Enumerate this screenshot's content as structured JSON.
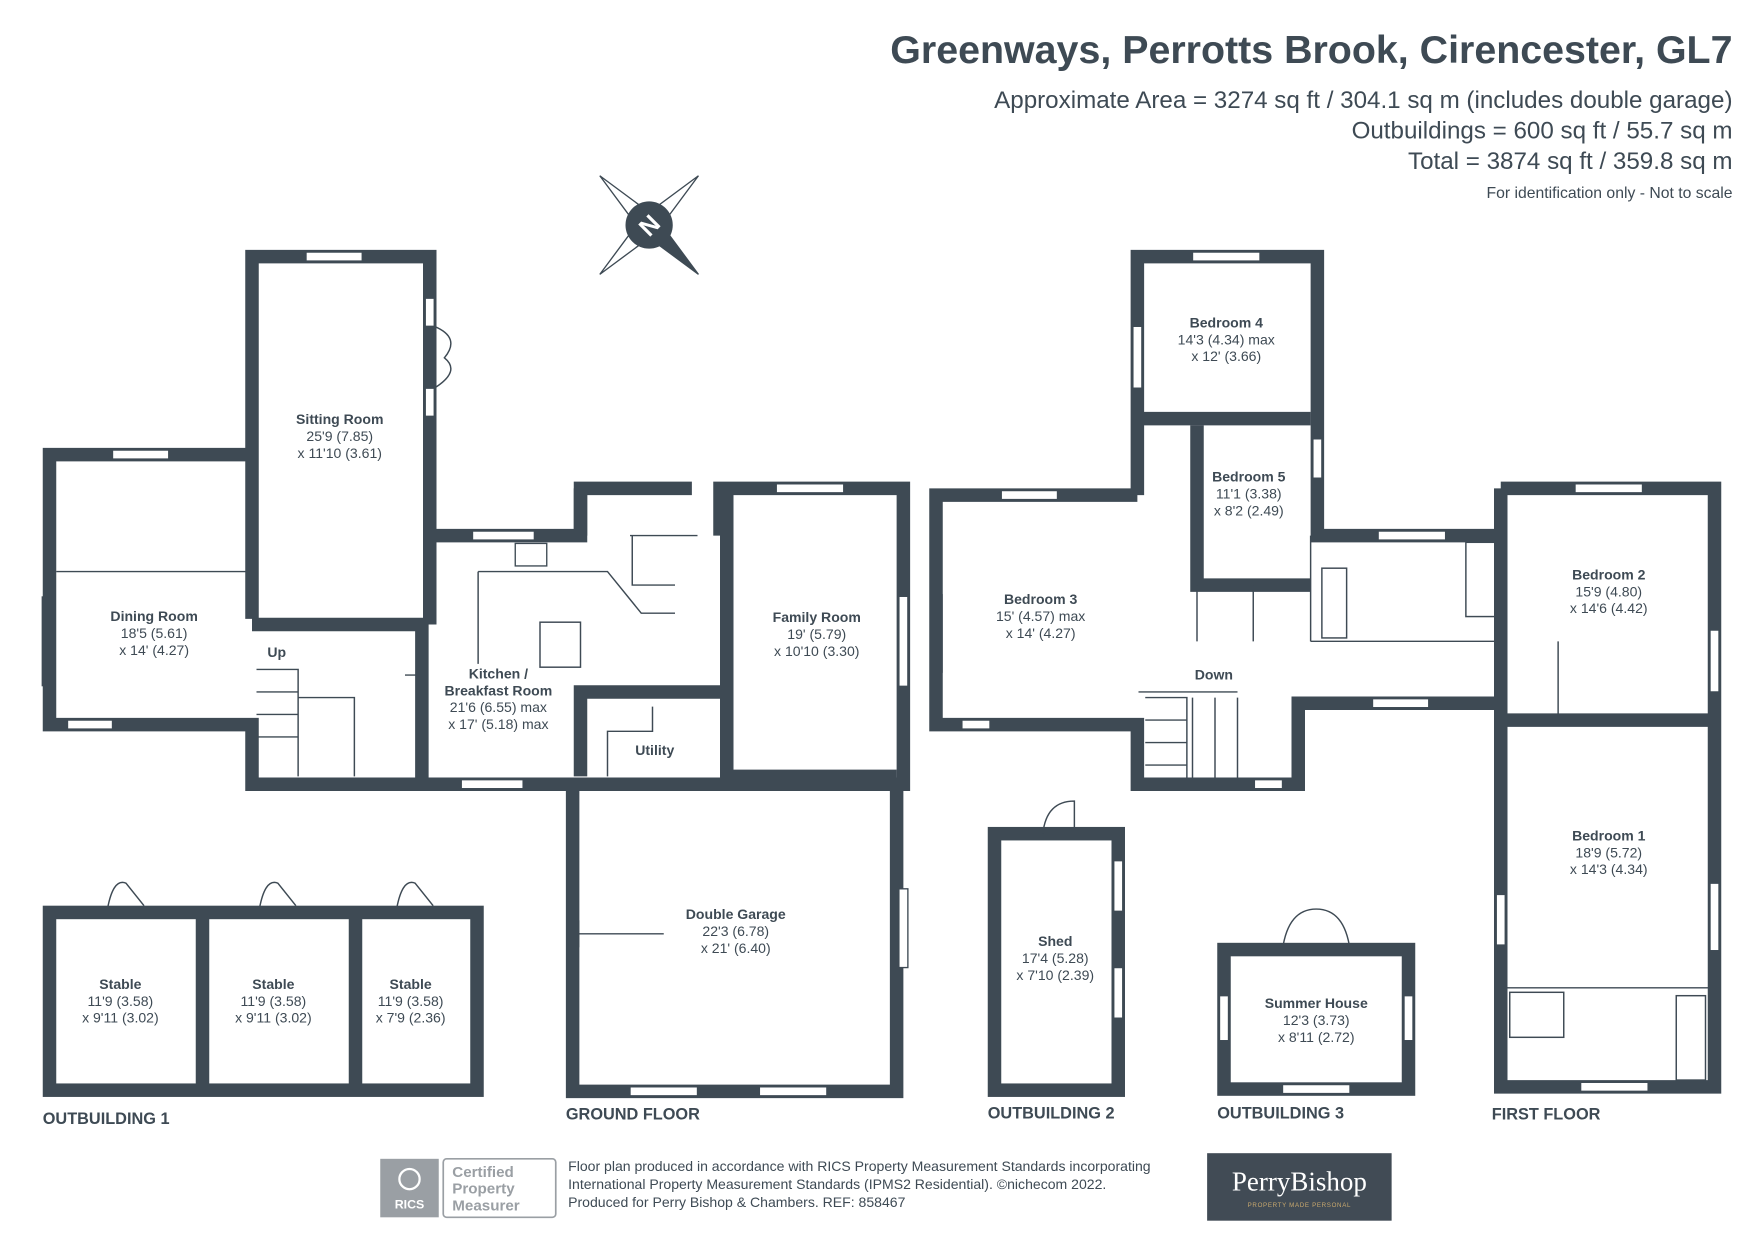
{
  "header": {
    "title": "Greenways, Perrotts Brook, Cirencester, GL7",
    "area": "Approximate Area = 3274 sq ft / 304.1 sq m (includes double garage)",
    "outbuildings": "Outbuildings = 600 sq ft / 55.7 sq m",
    "total": "Total = 3874 sq ft / 359.8 sq m",
    "disclaimer": "For identification only - Not to scale"
  },
  "compass": {
    "label": "N",
    "icon": "compass-rose-icon"
  },
  "rooms": {
    "sitting": {
      "name": "Sitting Room",
      "d1": "25'9 (7.85)",
      "d2": "x 11'10 (3.61)"
    },
    "dining": {
      "name": "Dining Room",
      "d1": "18'5 (5.61)",
      "d2": "x 14' (4.27)"
    },
    "kitchen": {
      "name": "Kitchen /",
      "name2": "Breakfast Room",
      "d1": "21'6 (6.55) max",
      "d2": "x 17' (5.18) max"
    },
    "family": {
      "name": "Family Room",
      "d1": "19' (5.79)",
      "d2": "x 10'10 (3.30)"
    },
    "utility": {
      "name": "Utility"
    },
    "garage": {
      "name": "Double Garage",
      "d1": "22'3 (6.78)",
      "d2": "x 21' (6.40)"
    },
    "stable1": {
      "name": "Stable",
      "d1": "11'9 (3.58)",
      "d2": "x 9'11 (3.02)"
    },
    "stable2": {
      "name": "Stable",
      "d1": "11'9 (3.58)",
      "d2": "x 9'11 (3.02)"
    },
    "stable3": {
      "name": "Stable",
      "d1": "11'9 (3.58)",
      "d2": "x 7'9 (2.36)"
    },
    "shed": {
      "name": "Shed",
      "d1": "17'4 (5.28)",
      "d2": "x 7'10 (2.39)"
    },
    "summer": {
      "name": "Summer House",
      "d1": "12'3 (3.73)",
      "d2": "x 8'11 (2.72)"
    },
    "bed1": {
      "name": "Bedroom 1",
      "d1": "18'9 (5.72)",
      "d2": "x 14'3 (4.34)"
    },
    "bed2": {
      "name": "Bedroom 2",
      "d1": "15'9 (4.80)",
      "d2": "x 14'6 (4.42)"
    },
    "bed3": {
      "name": "Bedroom 3",
      "d1": "15' (4.57) max",
      "d2": "x 14' (4.27)"
    },
    "bed4": {
      "name": "Bedroom 4",
      "d1": "14'3 (4.34) max",
      "d2": "x 12' (3.66)"
    },
    "bed5": {
      "name": "Bedroom 5",
      "d1": "11'1 (3.38)",
      "d2": "x 8'2 (2.49)"
    }
  },
  "stairs": {
    "up": "Up",
    "down": "Down"
  },
  "floor_labels": {
    "outbuilding1": "OUTBUILDING 1",
    "ground": "GROUND FLOOR",
    "outbuilding2": "OUTBUILDING 2",
    "outbuilding3": "OUTBUILDING 3",
    "first": "FIRST FLOOR"
  },
  "footer": {
    "rics_logo": "RICS",
    "certified": [
      "Certified",
      "Property",
      "Measurer"
    ],
    "line1": "Floor plan produced in accordance with RICS Property Measurement Standards incorporating",
    "line2": "International Property Measurement Standards (IPMS2 Residential).   ©nichecom 2022.",
    "line3": "Produced for Perry Bishop & Chambers.   REF:  858467",
    "brand": "PerryBishop",
    "brand_tagline": "PROPERTY MADE PERSONAL"
  },
  "colors": {
    "wall": "#3e4a54",
    "brand_bg": "#414b55",
    "rics": "#9a9fa4"
  }
}
